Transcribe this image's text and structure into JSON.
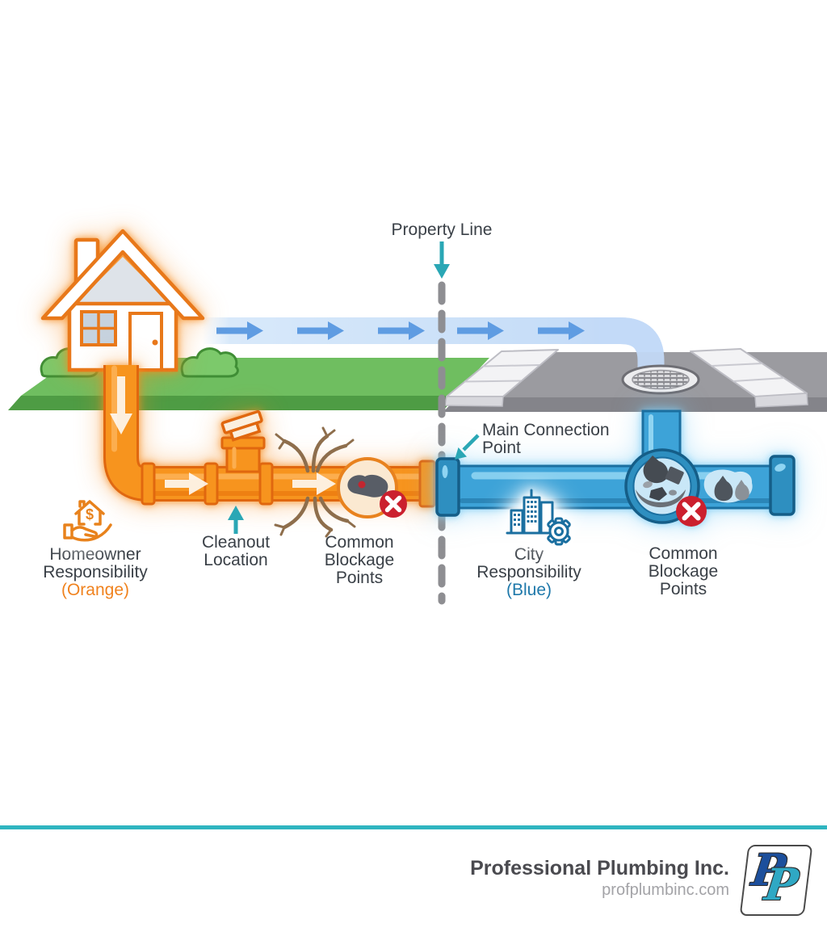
{
  "diagram": {
    "labels": {
      "property_line": "Property Line",
      "main_connection": [
        "Main Connection",
        "Point"
      ],
      "cleanout": [
        "Cleanout",
        "Location"
      ],
      "blockage_left": [
        "Common",
        "Blockage",
        "Points"
      ],
      "blockage_right": [
        "Common",
        "Blockage",
        "Points"
      ],
      "homeowner": [
        "Homeowner",
        "Responsibility",
        "(Orange)"
      ],
      "city": [
        "City",
        "Responsibility",
        "(Blue)"
      ]
    },
    "homeowner_icon_symbol": "$",
    "icons": {
      "homeowner_icon": "hand-holding-house-with-dollar",
      "city_icon": "city-buildings-with-gear",
      "property_line_pointer": "teal-down-arrow",
      "cleanout_pointer": "teal-up-arrow",
      "main_connection_pointer": "teal-diagonal-arrow",
      "blockage_badges": "red-x-circle",
      "drain": "storm-drain-grate",
      "flow_arrows": "blue-right-arrows"
    },
    "colors": {
      "homeowner_accent": "#F0821E",
      "city_accent": "#1E78AA",
      "teal_accent": "#2AA7B5",
      "error_red": "#CB202E",
      "grass_green": "#6FBE60",
      "street_gray": "#9B9BA0",
      "pipe_orange": "#F7941E",
      "pipe_blue": "#3DA3D8",
      "text_dark": "#3A4047"
    }
  },
  "footer": {
    "company": "Professional Plumbing Inc.",
    "website": "profplumbinc.com",
    "logo_letters": [
      "P",
      "P"
    ],
    "divider_color": "#2FB5C0"
  }
}
